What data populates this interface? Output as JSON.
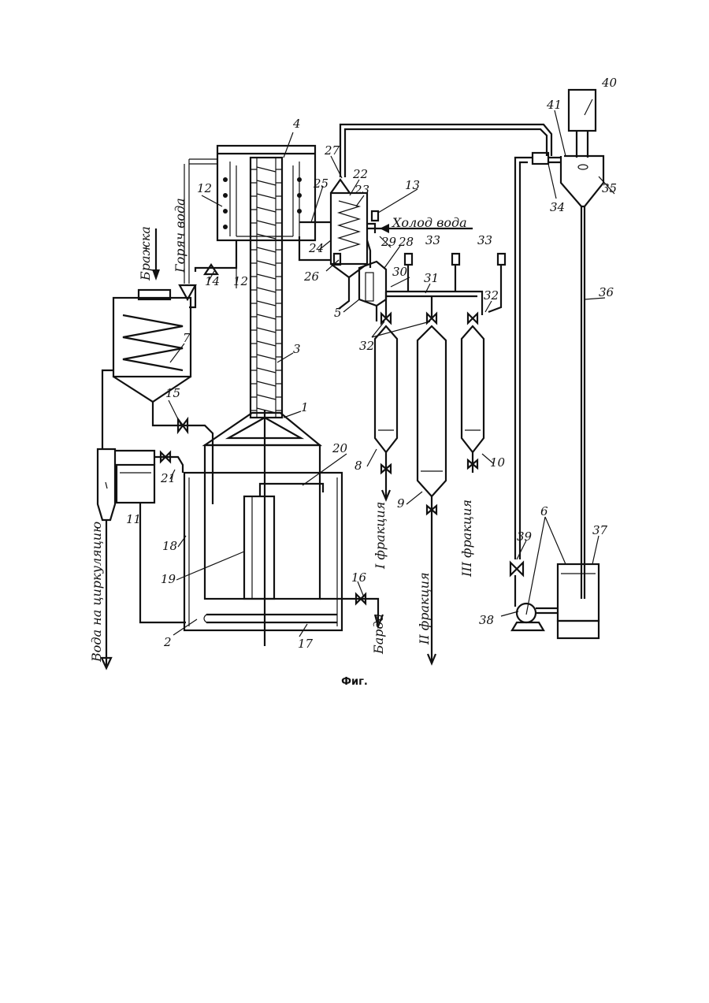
{
  "caption": "Фиг.",
  "flow_labels": {
    "mash": "Бражка",
    "hot_water": "Горяч вода",
    "cold_water": "Холод вода",
    "water_circulation": "Вода на циркуляцию",
    "fraction_1": "I фракция",
    "fraction_2": "II фракция",
    "fraction_3": "III фракция",
    "stillage": "Барда"
  },
  "callouts": {
    "n1": "1",
    "n2": "2",
    "n3": "3",
    "n4": "4",
    "n5": "5",
    "n6": "6",
    "n7": "7",
    "n8": "8",
    "n9": "9",
    "n10": "10",
    "n11": "11",
    "n12a": "12",
    "n12b": "12",
    "n13": "13",
    "n14": "14",
    "n15": "15",
    "n16": "16",
    "n17": "17",
    "n18": "18",
    "n19": "19",
    "n20": "20",
    "n21": "21",
    "n22": "22",
    "n23": "23",
    "n24": "24",
    "n25": "25",
    "n26": "26",
    "n27": "27",
    "n28": "28",
    "n29": "29",
    "n30": "30",
    "n31": "31",
    "n32a": "32",
    "n32b": "32",
    "n33a": "33",
    "n33b": "33",
    "n34": "34",
    "n35": "35",
    "n36": "36",
    "n37": "37",
    "n38": "38",
    "n39": "39",
    "n40": "40",
    "n41": "41"
  }
}
